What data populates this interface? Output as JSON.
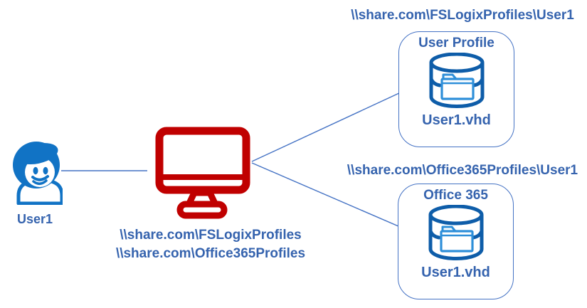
{
  "user": {
    "label": "User1",
    "icon": "user-person-icon"
  },
  "client": {
    "icon": "monitor-icon",
    "path_fslogix": "\\\\share.com\\FSLogixProfiles",
    "path_office": "\\\\share.com\\Office365Profiles"
  },
  "profile_container": {
    "path": "\\\\share.com\\FSLogixProfiles\\User1",
    "title": "User Profile",
    "file": "User1.vhd",
    "icon": "database-folder-icon"
  },
  "office_container": {
    "path": "\\\\share.com\\Office365Profiles\\User1",
    "title": "Office 365",
    "file": "User1.vhd",
    "icon": "database-folder-icon"
  },
  "connectors": {
    "user_to_monitor": "plain-line",
    "monitor_to_profile": "arrow",
    "monitor_to_office": "arrow"
  },
  "colors": {
    "text_blue": "#3563AE",
    "line_blue": "#4472C4",
    "db_blue": "#0E5DA9",
    "folder_blue": "#2E8FD9",
    "user_blue": "#1173C5",
    "monitor_red": "#C00000",
    "background": "#FFFFFF"
  }
}
